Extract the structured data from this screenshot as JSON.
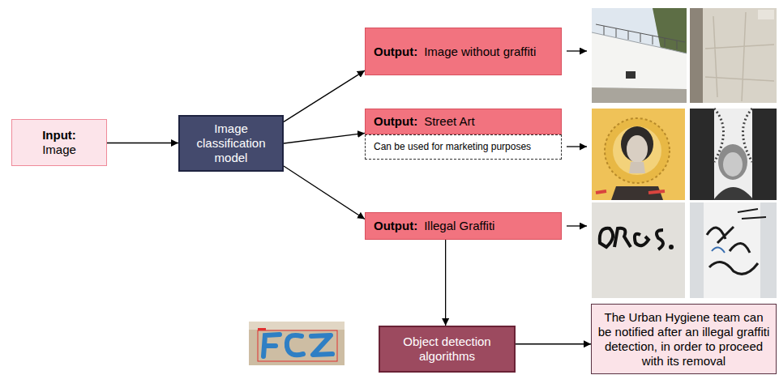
{
  "diagram": {
    "nodes": [
      {
        "text": [
          "Input:",
          "Image"
        ]
      },
      {
        "text": [
          "Image classification model"
        ]
      },
      {
        "text": [
          "Output:",
          "Image without graffiti"
        ]
      },
      {
        "text": [
          "Output:",
          "Street Art"
        ]
      },
      {
        "text": [
          "Can be used for marketing purposes"
        ]
      },
      {
        "text": [
          "Output:",
          "Illegal Graffiti"
        ]
      },
      {
        "text": [
          "Object detection algorithms"
        ]
      },
      {
        "text": [
          "The Urban Hygiene team can be notified after an illegal graffiti detection, in order to proceed with its removal"
        ]
      }
    ],
    "edges": [
      {
        "from": 0,
        "to": 1,
        "arrow": "to"
      },
      {
        "from": 1,
        "to": 2,
        "arrow": "to"
      },
      {
        "from": 1,
        "to": 3,
        "arrow": "to"
      },
      {
        "from": 1,
        "to": 5,
        "arrow": "to"
      },
      {
        "from": 5,
        "to": 6,
        "arrow": "to"
      },
      {
        "from": 6,
        "to": 7,
        "arrow": "to"
      }
    ]
  }
}
